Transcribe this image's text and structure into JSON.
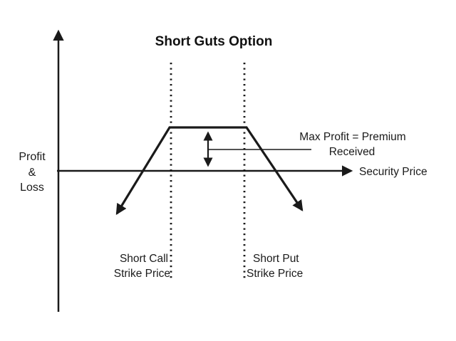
{
  "figure": {
    "title": "Short Guts Option",
    "y_axis": {
      "label_lines": [
        "Profit",
        "&",
        "Loss"
      ]
    },
    "x_axis": {
      "label": "Security Price"
    },
    "annotations": {
      "max_profit_line1": "Max Profit = Premium",
      "max_profit_line2": "Received"
    },
    "strikes": {
      "left": {
        "line1": "Short Call",
        "line2": "Strike Price"
      },
      "right": {
        "line1": "Short Put",
        "line2": "Strike Price"
      }
    },
    "colors": {
      "ink": "#1a1a1a",
      "background": "#ffffff"
    }
  },
  "chart_data": {
    "type": "line",
    "title": "Short Guts Option",
    "xlabel": "Security Price",
    "ylabel": "Profit & Loss",
    "axes_numeric": false,
    "grid": false,
    "series": [
      {
        "name": "short-guts-payoff",
        "description": "Payoff rises from a loss (down-left arrow) below the short call strike, is flat at the maximum profit between the short call strike and the short put strike, then falls to a loss (down-right arrow) above the short put strike.",
        "segments": [
          {
            "region": "below short call strike",
            "trend": "rising from loss"
          },
          {
            "region": "between short call strike and short put strike",
            "trend": "flat at max profit = premium received"
          },
          {
            "region": "above short put strike",
            "trend": "falling into loss"
          }
        ]
      }
    ],
    "reference_lines": [
      "Short Call Strike Price",
      "Short Put Strike Price"
    ],
    "annotations": [
      "Max Profit = Premium Received"
    ]
  }
}
